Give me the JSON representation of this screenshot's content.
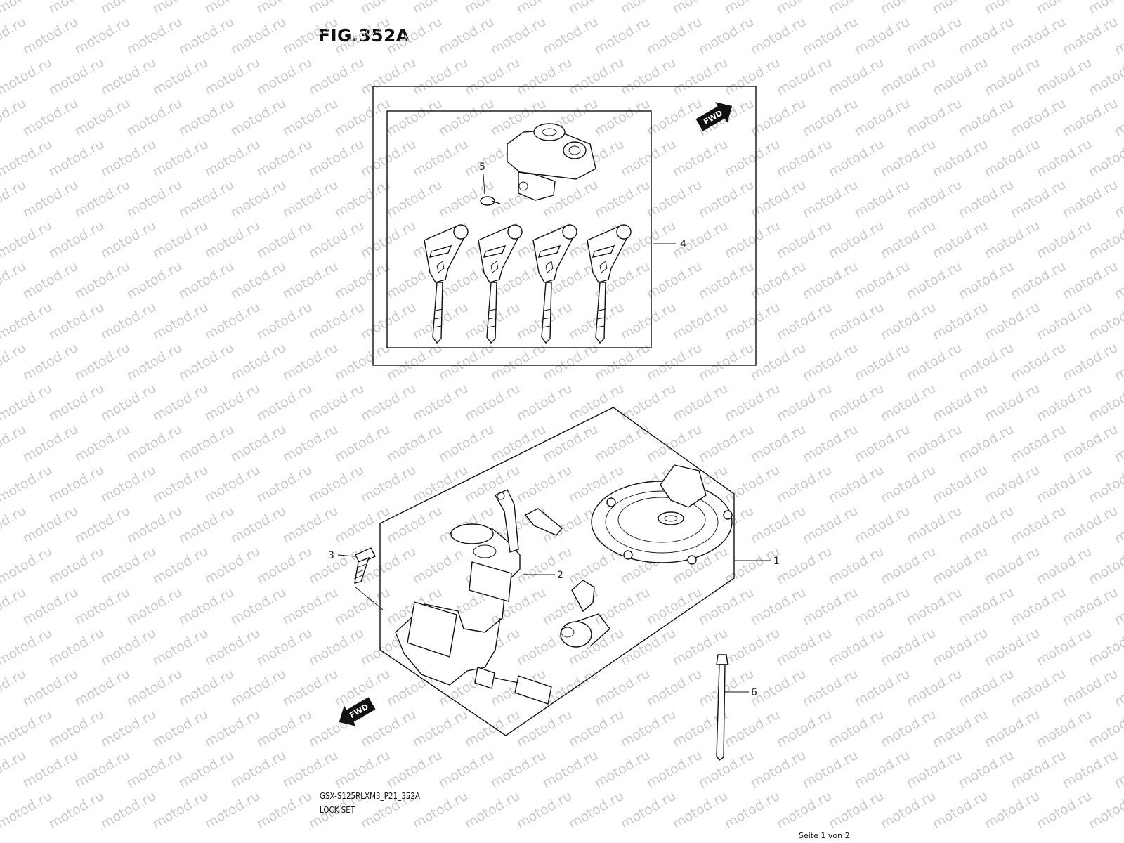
{
  "figure": {
    "title": "FIG.352A",
    "model_code": "GSX-S125RLXM3_P21_352A",
    "name": "LOCK SET",
    "page_info": "Seite 1 von 2"
  },
  "watermark": "motod.ru",
  "fwd_label": "FWD",
  "callouts": [
    {
      "id": "1",
      "label": "1"
    },
    {
      "id": "2",
      "label": "2"
    },
    {
      "id": "3",
      "label": "3"
    },
    {
      "id": "4",
      "label": "4"
    },
    {
      "id": "5",
      "label": "5"
    },
    {
      "id": "6",
      "label": "6"
    }
  ]
}
